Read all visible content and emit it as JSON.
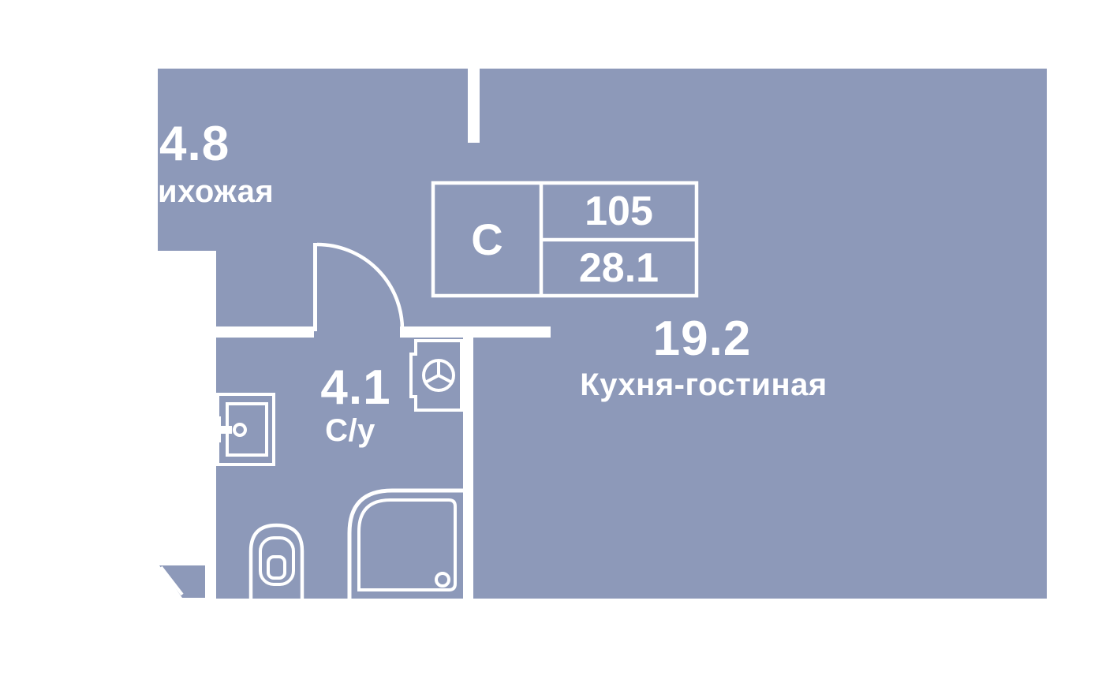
{
  "colors": {
    "background": "#ffffff",
    "plan_fill": "#8d99b9",
    "line": "#ffffff",
    "text": "#ffffff"
  },
  "rooms": {
    "hallway": {
      "area": "4.8",
      "name": "ихожая"
    },
    "bathroom": {
      "area": "4.1",
      "name": "С/у"
    },
    "kitchen_living": {
      "area": "19.2",
      "name": "Кухня-гостиная"
    }
  },
  "unit_info": {
    "type": "С",
    "number": "105",
    "total_area": "28.1"
  },
  "fixtures": {
    "door": "door-swing-icon",
    "sink": "sink-icon",
    "washbasin": "washbasin-icon",
    "toilet": "toilet-icon",
    "shower": "shower-tray-icon"
  }
}
